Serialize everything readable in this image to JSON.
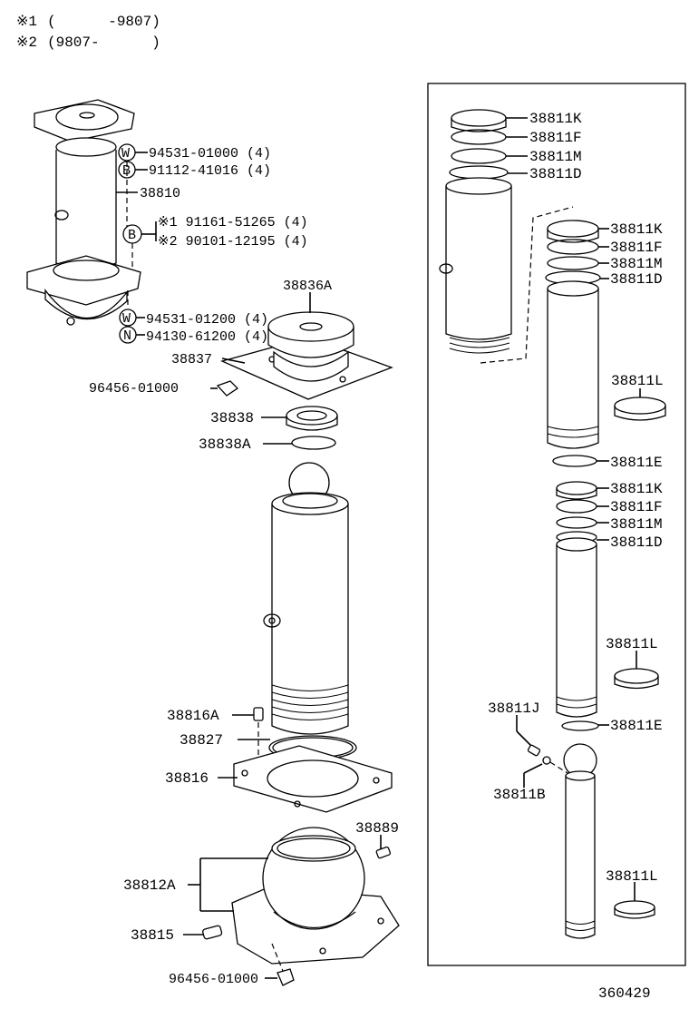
{
  "notes": [
    {
      "mark": "※1",
      "text": "(      -9807)"
    },
    {
      "mark": "※2",
      "text": "(9807-      )"
    }
  ],
  "labels": {
    "p94531_01000": "94531-01000 (4)",
    "p91112_41016": "91112-41016 (4)",
    "p38810": "38810",
    "p91161_51265": "※1 91161-51265 (4)",
    "p90101_12195": "※2 90101-12195 (4)",
    "p94531_01200": "94531-01200 (4)",
    "p94130_61200": "94130-61200 (4)",
    "p38836A": "38836A",
    "p38837": "38837",
    "p96456_01000_top": "96456-01000",
    "p38838": "38838",
    "p38838A": "38838A",
    "p38816A": "38816A",
    "p38827": "38827",
    "p38816": "38816",
    "p38889": "38889",
    "p38812A": "38812A",
    "p38815": "38815",
    "p96456_01000_bottom": "96456-01000",
    "box1_K": "38811K",
    "box1_F": "38811F",
    "box1_M": "38811M",
    "box1_D": "38811D",
    "box2_K": "38811K",
    "box2_F": "38811F",
    "box2_M": "38811M",
    "box2_D": "38811D",
    "box2_L": "38811L",
    "box2_E": "38811E",
    "box3_K": "38811K",
    "box3_F": "38811F",
    "box3_M": "38811M",
    "box3_D": "38811D",
    "box3_L": "38811L",
    "box3_E": "38811E",
    "box_J": "38811J",
    "box_B": "38811B",
    "box4_L": "38811L",
    "diagram_id": "360429"
  },
  "markers": {
    "w_top": "W",
    "b_top": "B",
    "b_mid": "B",
    "w_bottom": "W",
    "n_bottom": "N"
  }
}
